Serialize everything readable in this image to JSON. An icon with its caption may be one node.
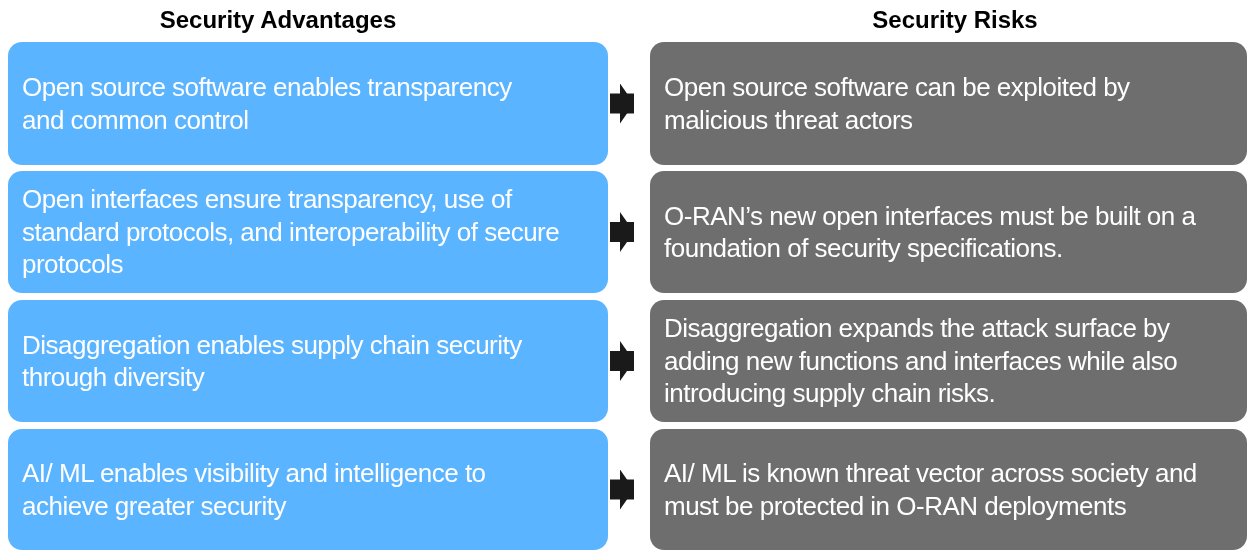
{
  "diagram": {
    "nodes": [
      {
        "text": [
          "Open source software enables transparency and common control"
        ]
      },
      {
        "text": [
          "Open interfaces ensure transparency, use of standard protocols, and interoperability of secure protocols"
        ]
      },
      {
        "text": [
          "Disaggregation enables supply chain security through diversity"
        ]
      },
      {
        "text": [
          "AI/ ML enables visibility and intelligence to achieve greater security"
        ]
      },
      {
        "text": [
          "Open source software can be exploited by malicious threat actors"
        ]
      },
      {
        "text": [
          "O-RAN’s new open interfaces must be built on a foundation of security specifications."
        ]
      },
      {
        "text": [
          "Disaggregation expands the attack surface by adding new functions and interfaces while also introducing supply chain risks."
        ]
      },
      {
        "text": [
          "AI/ ML is known threat vector across society and must be protected in O-RAN deployments"
        ]
      }
    ],
    "edges": [
      {
        "from": 0,
        "to": 4,
        "arrow": "to"
      },
      {
        "from": 1,
        "to": 5,
        "arrow": "to"
      },
      {
        "from": 2,
        "to": 6,
        "arrow": "to"
      },
      {
        "from": 3,
        "to": 7,
        "arrow": "to"
      }
    ],
    "labels": [
      "Security Advantages",
      "Security Risks"
    ]
  }
}
